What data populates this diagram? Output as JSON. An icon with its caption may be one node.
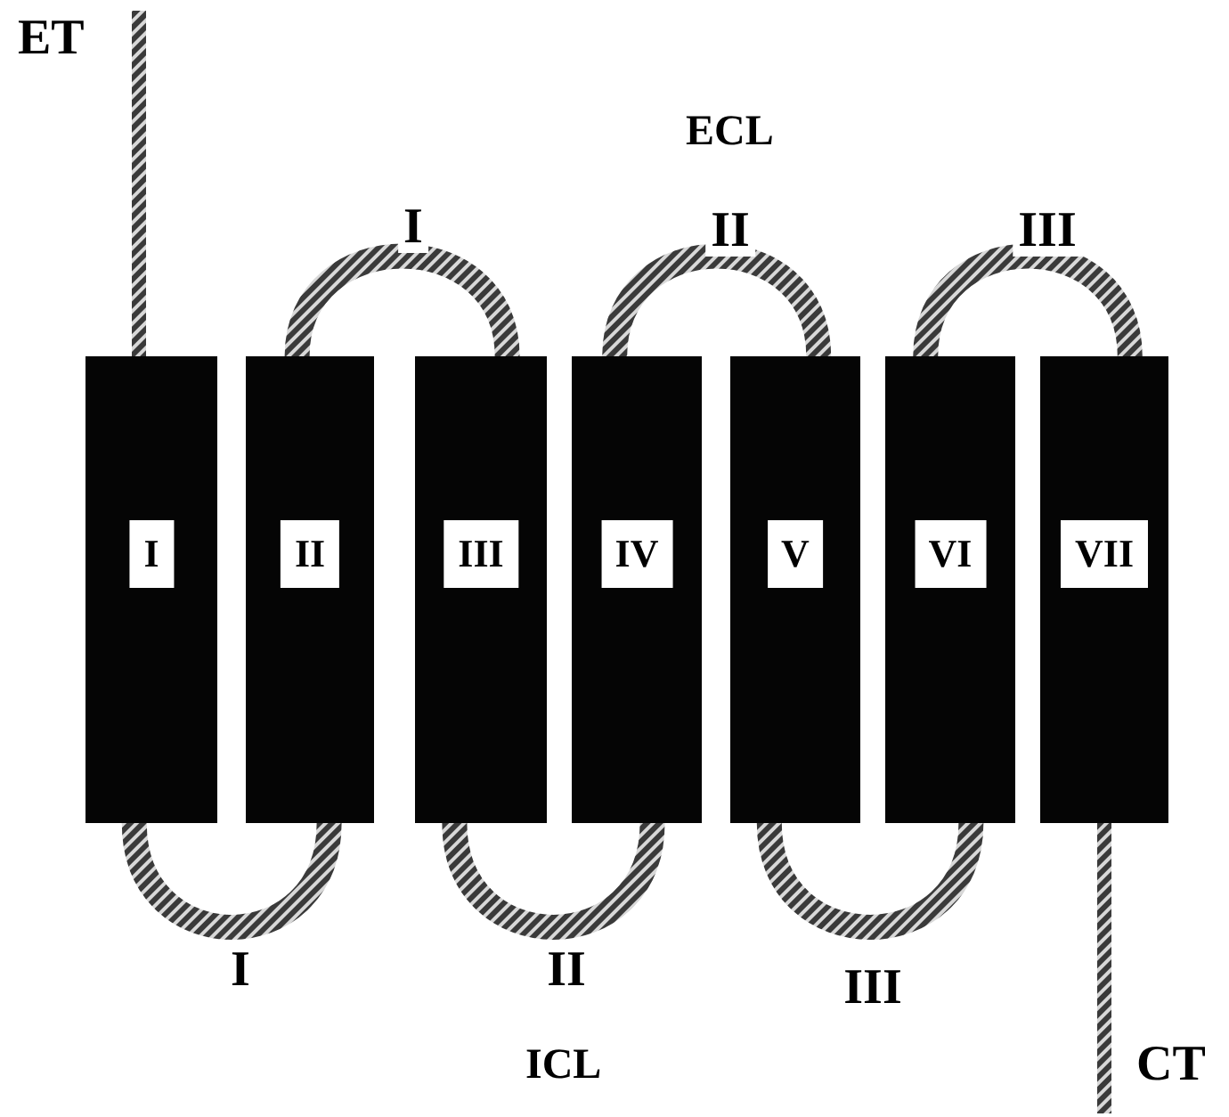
{
  "diagram": {
    "nodes": [
      {
        "text": [
          "ET"
        ]
      },
      {
        "text": [
          "I"
        ]
      },
      {
        "text": [
          "II"
        ]
      },
      {
        "text": [
          "III"
        ]
      },
      {
        "text": [
          "IV"
        ]
      },
      {
        "text": [
          "V"
        ]
      },
      {
        "text": [
          "VI"
        ]
      },
      {
        "text": [
          "VII"
        ]
      },
      {
        "text": [
          "CT"
        ]
      }
    ],
    "edges": [
      {
        "from": 0,
        "to": 1,
        "arrow": "none"
      },
      {
        "from": 1,
        "to": 2,
        "arrow": "none",
        "label": "I"
      },
      {
        "from": 2,
        "to": 3,
        "arrow": "none",
        "label": "I"
      },
      {
        "from": 3,
        "to": 4,
        "arrow": "none",
        "label": "II"
      },
      {
        "from": 4,
        "to": 5,
        "arrow": "none",
        "label": "II"
      },
      {
        "from": 5,
        "to": 6,
        "arrow": "none",
        "label": "III"
      },
      {
        "from": 6,
        "to": 7,
        "arrow": "none",
        "label": "III"
      },
      {
        "from": 7,
        "to": 8,
        "arrow": "none"
      }
    ],
    "labels": [
      "ECL",
      "ICL"
    ]
  }
}
